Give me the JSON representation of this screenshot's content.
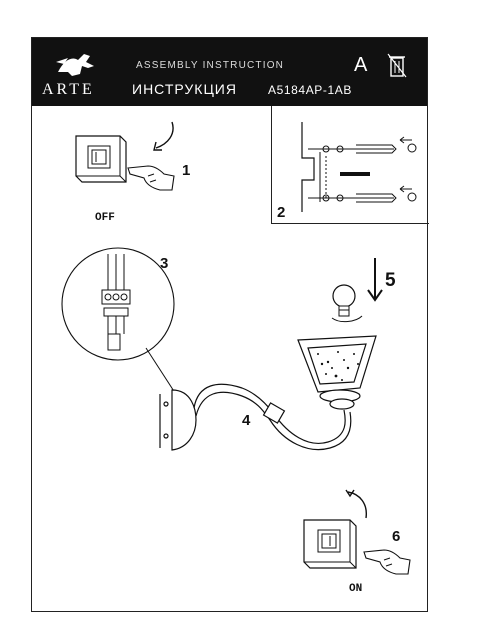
{
  "header": {
    "brand": "ARTE",
    "subtitle": "ASSEMBLY INSTRUCTION",
    "title": "ИНСТРУКЦИЯ",
    "model": "A5184AP-1AB",
    "letter": "A"
  },
  "steps": {
    "s1": "1",
    "s2": "2",
    "s3": "3",
    "s4": "4",
    "s5": "5",
    "s6": "6"
  },
  "labels": {
    "off": "OFF",
    "on": "ON"
  },
  "icons": [
    "griffin-logo-icon",
    "trash-bin-icon",
    "switch-icon",
    "hand-icon",
    "screw-icon",
    "bulb-icon",
    "arrow-down-icon",
    "rotate-arrow-icon"
  ]
}
